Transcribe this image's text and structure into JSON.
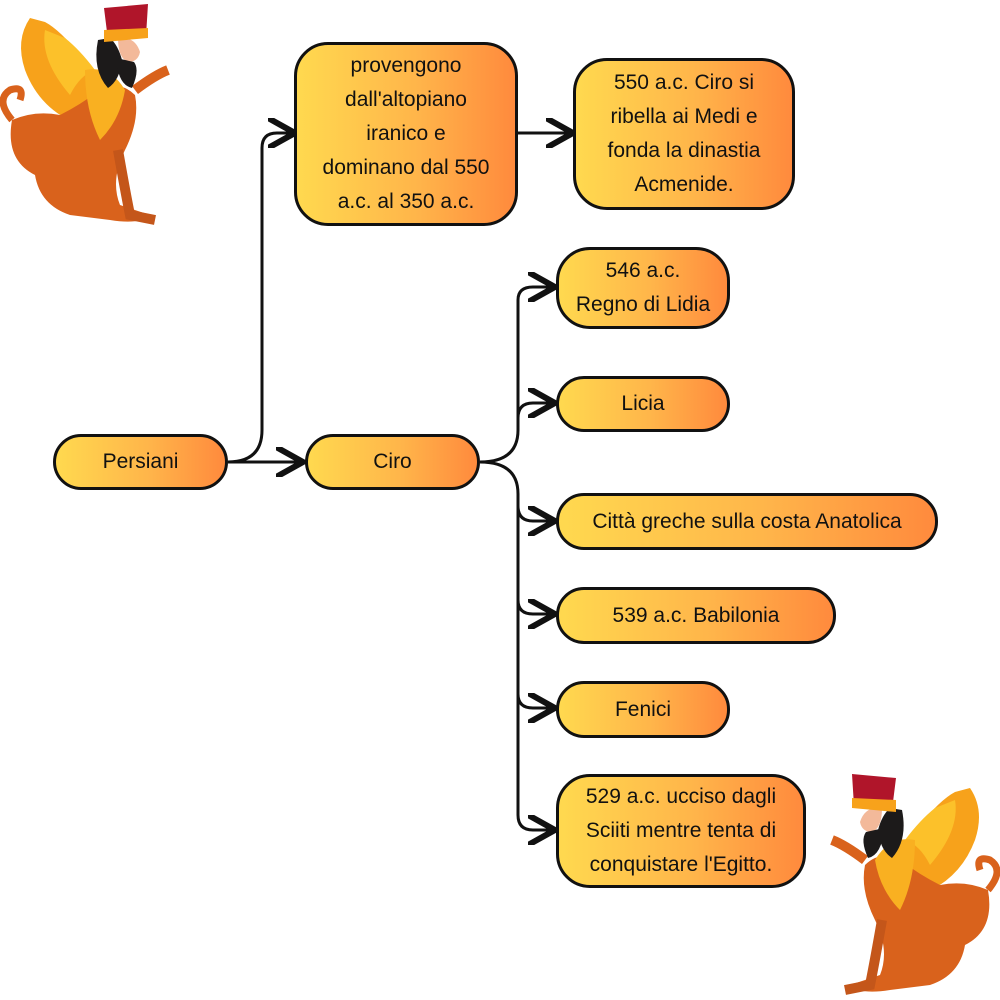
{
  "nodes": {
    "root": "Persiani",
    "origin": "provengono\ndall'altopiano\niranico e\ndominano dal 550\na.c. al 350 a.c.",
    "dynasty": "550 a.c. Ciro si\nribella ai Medi e\nfonda la dinastia\nAcmenide.",
    "ciro": "Ciro",
    "lidia": "546 a.c.\nRegno di Lidia",
    "licia": "Licia",
    "greek_cities": "Città greche sulla costa Anatolica",
    "babilonia": "539 a.c. Babilonia",
    "fenici": "Fenici",
    "death": "529 a.c. ucciso dagli\nSciiti mentre tenta di\nconquistare l'Egitto."
  },
  "colors": {
    "fill_start": "#ffd94f",
    "fill_end": "#ff8a3d",
    "stroke": "#111111"
  },
  "decorations": [
    "sphinx-illustration",
    "sphinx-illustration"
  ]
}
